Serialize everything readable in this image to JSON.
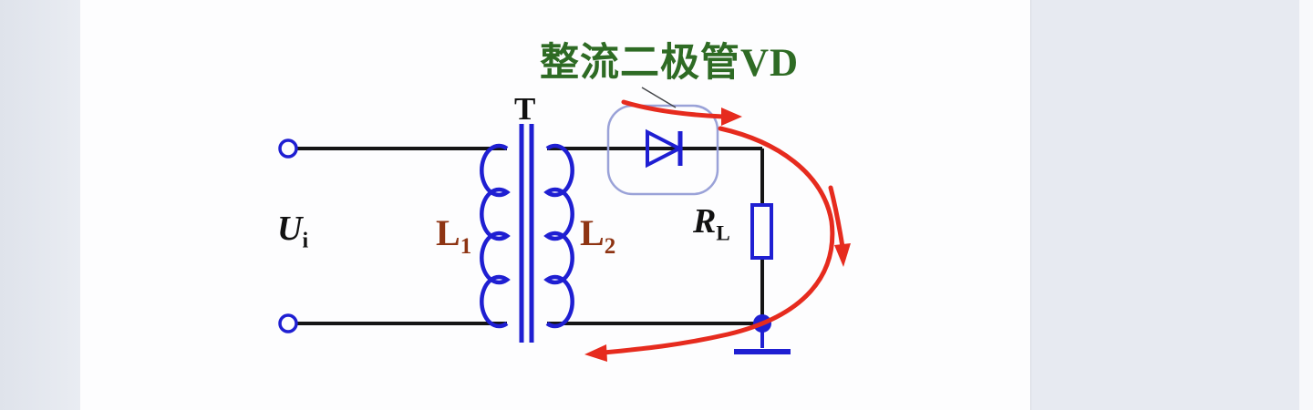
{
  "page": {
    "background": "#eceef3"
  },
  "diagram": {
    "title": "整流二极管VD",
    "transformer_label": "T",
    "input_label": {
      "main": "U",
      "sub": "i"
    },
    "primary_coil_label": {
      "main": "L",
      "sub": "1"
    },
    "secondary_coil_label": {
      "main": "L",
      "sub": "2"
    },
    "load_resistor_label": {
      "main": "R",
      "sub": "L"
    },
    "colors": {
      "circuit_blue": "#1f1fd2",
      "wire_black": "#151515",
      "current_red": "#e62b1e",
      "title_green": "#2e6b24",
      "coil_label_maroon": "#8e3413",
      "diode_box_border": "#9aa2d8"
    }
  }
}
